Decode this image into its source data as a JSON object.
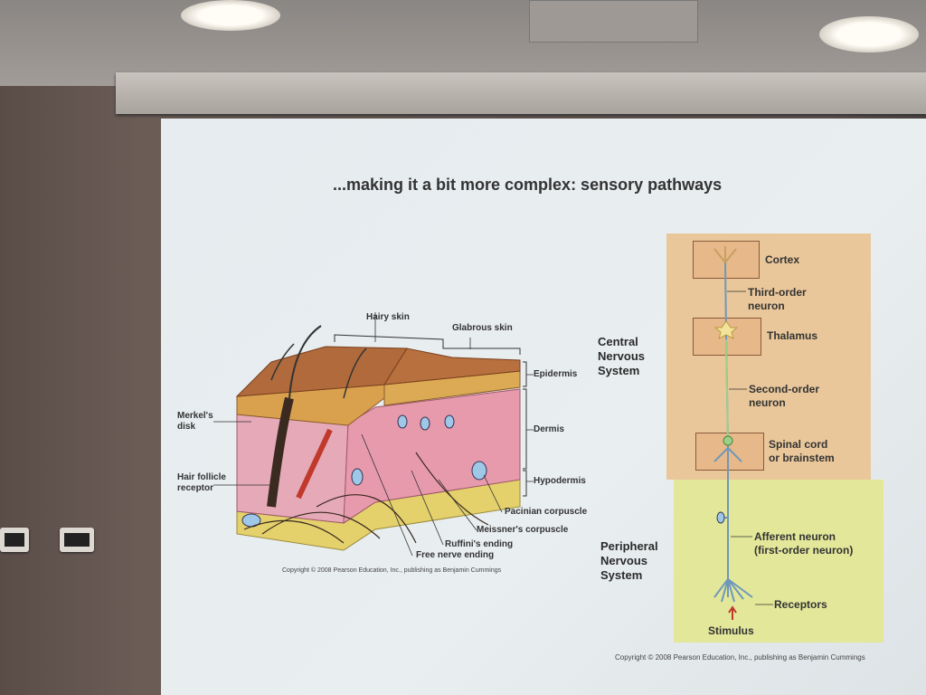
{
  "slide": {
    "title": "...making it a bit more complex: sensory pathways",
    "skin_labels": {
      "hairy_skin": "Hairy skin",
      "glabrous_skin": "Glabrous skin",
      "epidermis": "Epidermis",
      "dermis": "Dermis",
      "hypodermis": "Hypodermis",
      "merkels_disk": "Merkel's disk",
      "hair_follicle_receptor": "Hair follicle receptor",
      "pacinian_corpuscle": "Pacinian corpuscle",
      "meissners_corpuscle": "Meissner's corpuscle",
      "ruffinis_ending": "Ruffini's ending",
      "free_nerve_ending": "Free nerve ending"
    },
    "skin_copyright": "Copyright © 2008 Pearson Education, Inc., publishing as Benjamin Cummings",
    "pathway_labels": {
      "cns": "Central Nervous System",
      "pns": "Peripheral Nervous System",
      "cortex": "Cortex",
      "third_order": "Third-order neuron",
      "thalamus": "Thalamus",
      "second_order": "Second-order neuron",
      "spinal_cord": "Spinal cord or brainstem",
      "afferent": "Afferent neuron (first-order neuron)",
      "receptors": "Receptors",
      "stimulus": "Stimulus"
    },
    "pathway_copyright": "Copyright © 2008 Pearson Education, Inc., publishing as Benjamin Cummings"
  },
  "colors": {
    "screen": "#e6ecef",
    "cns_panel": "#e9c79a",
    "pns_panel": "#e3e79a",
    "skin_epidermis": "#b5683c",
    "skin_dermis": "#e9a3b3",
    "skin_fat": "#e8d46a",
    "neuron": "#6f98b8"
  }
}
